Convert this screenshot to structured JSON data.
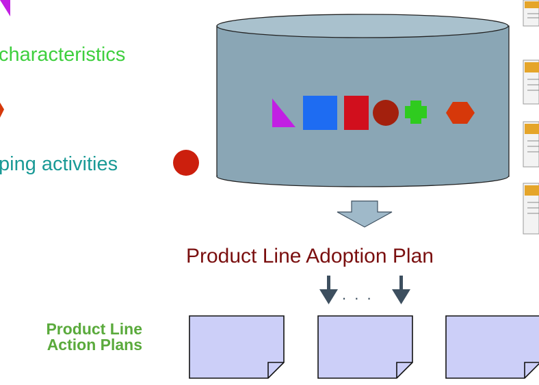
{
  "texts": {
    "characteristics": "characteristics",
    "activities": "ping activities",
    "plan_title": "Product Line Adoption Plan",
    "dots": ". . .",
    "action_plans_line1": "Product Line",
    "action_plans_line2": "Action Plans"
  },
  "colors": {
    "characteristics": "#3ecf3e",
    "activities": "#1a9a96",
    "plan_title": "#7a0f0f",
    "action_plans": "#5aaa3c",
    "cylinder": "#8aa6b5",
    "page_fill": "#cccff8",
    "arrow_dark": "#3d4f5f",
    "big_arrow": "#9fb9c9",
    "triangle": "#c21fe3",
    "square": "#1e6cf2",
    "rectangle": "#d10f1d",
    "circle": "#a3200d",
    "cross": "#2fcb1f",
    "hexagon": "#d6380a"
  },
  "icons": [
    "triangle-icon",
    "square-icon",
    "rectangle-icon",
    "circle-icon",
    "cross-icon",
    "hexagon-icon",
    "document-icon"
  ]
}
